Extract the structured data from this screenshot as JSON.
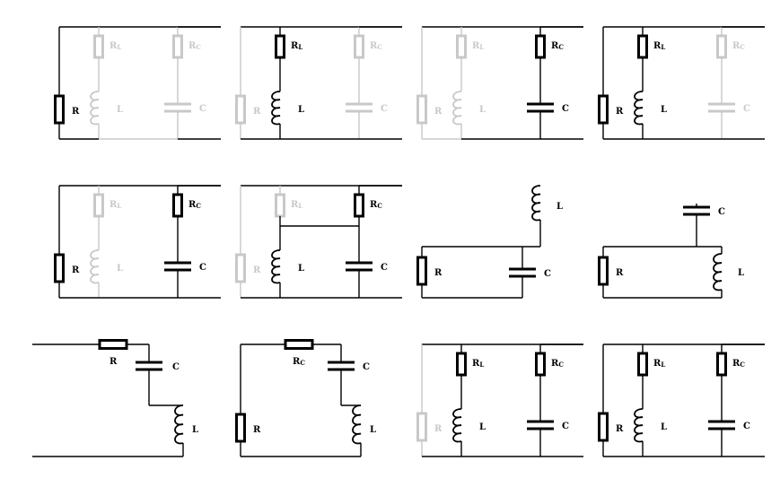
{
  "colors": {
    "active": "#000000",
    "inactive": "#c8c8c8",
    "background": "#ffffff"
  },
  "labels": {
    "R": "R",
    "RL": "RL",
    "RC": "RC",
    "L": "L",
    "C": "C"
  },
  "icons": {
    "resistor": "resistor-icon",
    "inductor": "inductor-icon",
    "capacitor": "capacitor-icon",
    "wire": "wire-line"
  },
  "diagrams": [
    {
      "id": "ladder-R-active",
      "type": "ladder",
      "active": {
        "R": true,
        "RL": false,
        "L": false,
        "RC": false,
        "C": false
      }
    },
    {
      "id": "ladder-RL-L-active",
      "type": "ladder",
      "active": {
        "R": false,
        "RL": true,
        "L": true,
        "RC": false,
        "C": false
      }
    },
    {
      "id": "ladder-RC-C-active",
      "type": "ladder",
      "active": {
        "R": false,
        "RL": false,
        "L": false,
        "RC": true,
        "C": true
      }
    },
    {
      "id": "ladder-R-RL-L-active",
      "type": "ladder",
      "active": {
        "R": true,
        "RL": true,
        "L": true,
        "RC": false,
        "C": false
      }
    },
    {
      "id": "ladder-R-RC-C-active",
      "type": "ladder",
      "active": {
        "R": true,
        "RL": false,
        "L": false,
        "RC": true,
        "C": true
      }
    },
    {
      "id": "ladder-RC-L-C-active",
      "type": "ladder-bridged",
      "active": {
        "R": false,
        "RL": false,
        "L": true,
        "RC": true,
        "C": true
      }
    },
    {
      "id": "R-parallel-C-series-L",
      "type": "rc-l-top"
    },
    {
      "id": "R-parallel-L-series-C",
      "type": "rl-c-top"
    },
    {
      "id": "series-R-C-L",
      "type": "series-rcl"
    },
    {
      "id": "R-shunt-series-RC-C-L",
      "type": "shunt-series-rcl"
    },
    {
      "id": "ladder-RL-L-RC-C-active",
      "type": "ladder",
      "active": {
        "R": false,
        "RL": true,
        "L": true,
        "RC": true,
        "C": true
      }
    },
    {
      "id": "ladder-all-active",
      "type": "ladder",
      "active": {
        "R": true,
        "RL": true,
        "L": true,
        "RC": true,
        "C": true
      }
    }
  ]
}
